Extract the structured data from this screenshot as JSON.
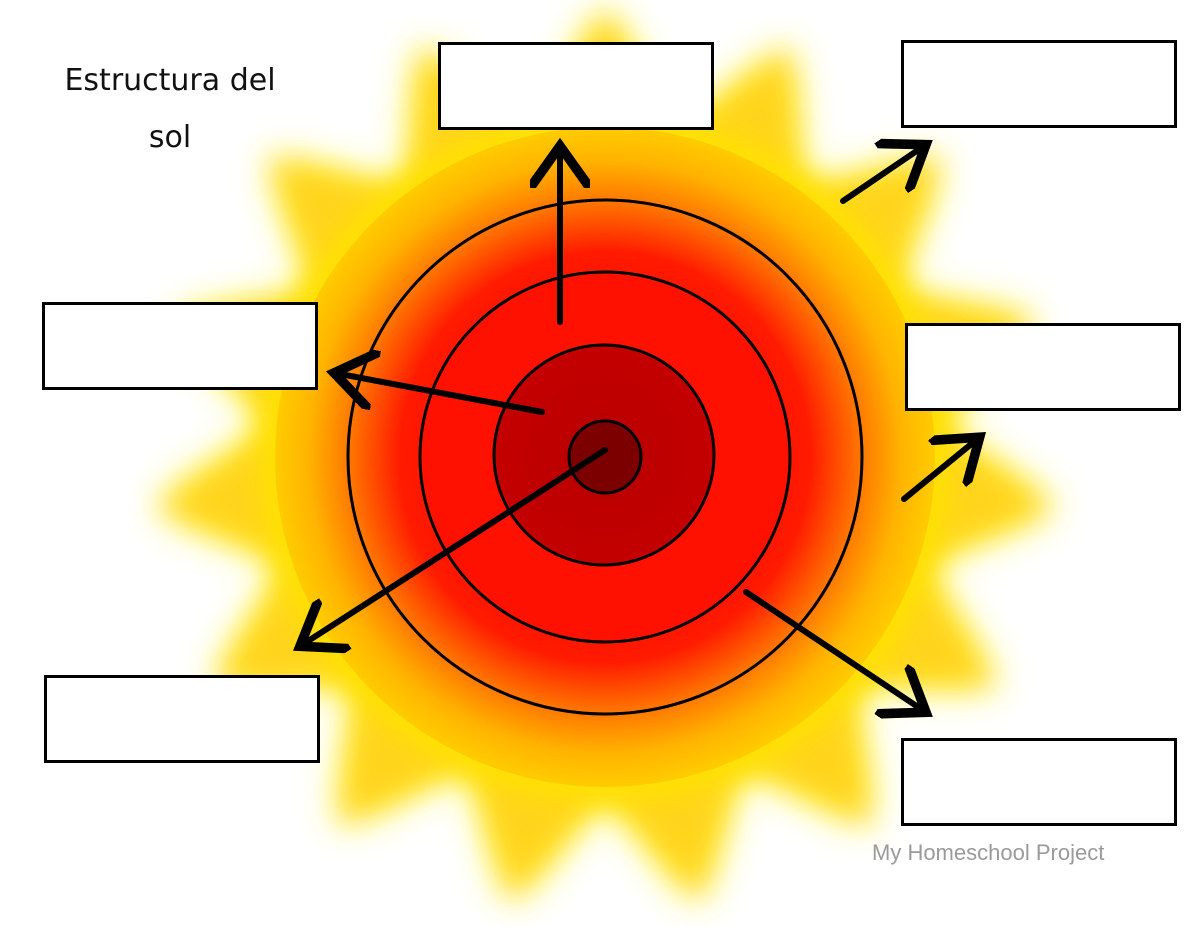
{
  "title": {
    "line1": "Estructura del",
    "line2": "sol"
  },
  "watermark": "My Homeschool Project",
  "label_boxes": [
    {
      "id": "top-center",
      "text": ""
    },
    {
      "id": "top-right",
      "text": ""
    },
    {
      "id": "middle-left",
      "text": ""
    },
    {
      "id": "middle-right",
      "text": ""
    },
    {
      "id": "bottom-left",
      "text": ""
    },
    {
      "id": "bottom-right",
      "text": ""
    }
  ],
  "colors": {
    "rays": "#ffd21a",
    "outer_glow": "#ffe600",
    "photosphere": "#ffb000",
    "radiative_zone": "#ff1a00",
    "inner_zone": "#c00000",
    "core": "#7a0000",
    "lines": "#000000"
  }
}
